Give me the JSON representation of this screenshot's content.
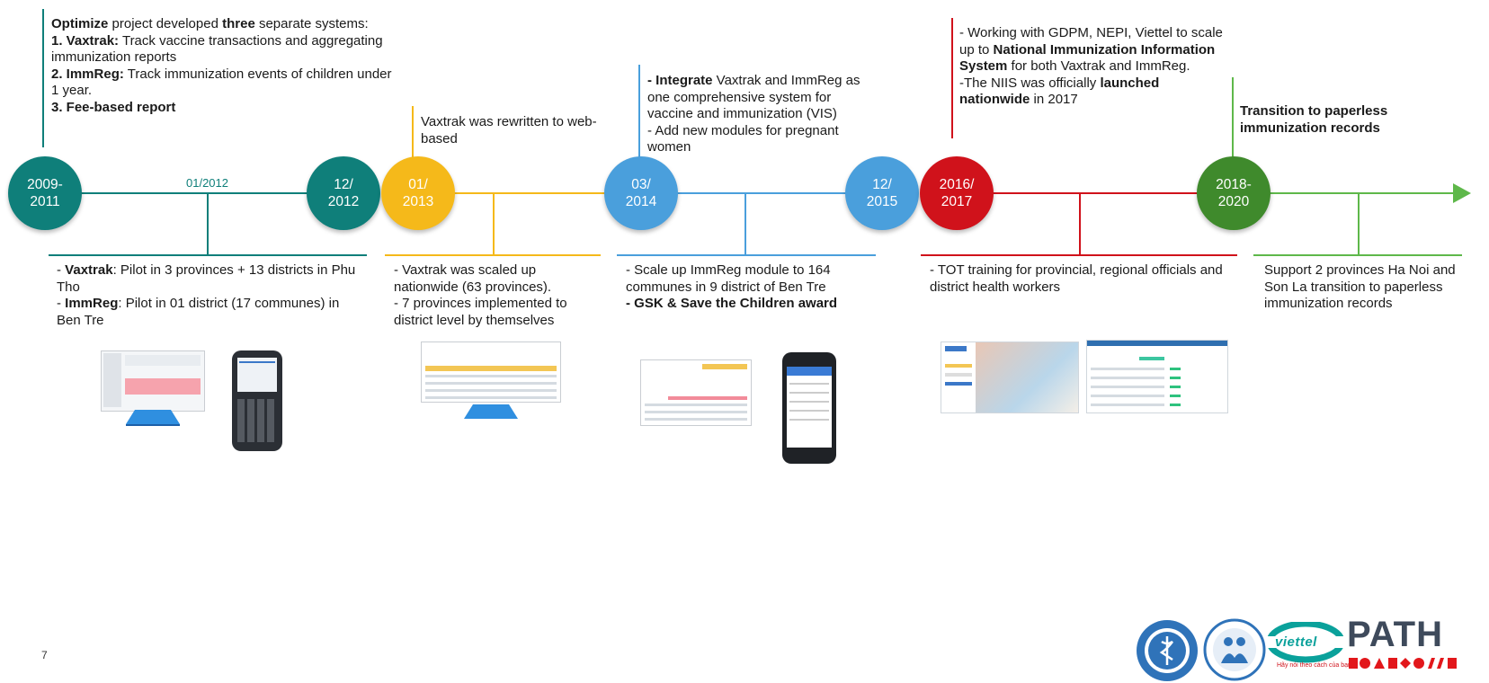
{
  "milestones": [
    {
      "id": "m1",
      "line1": "2009-",
      "line2": "2011",
      "color": "#0f7f7a"
    },
    {
      "id": "m2",
      "line1": "12/",
      "line2": "2012",
      "color": "#0f7f7a"
    },
    {
      "id": "m3",
      "line1": "01/",
      "line2": "2013",
      "color": "#f5b91a"
    },
    {
      "id": "m4",
      "line1": "03/",
      "line2": "2014",
      "color": "#4a9fdc"
    },
    {
      "id": "m5",
      "line1": "12/",
      "line2": "2015",
      "color": "#4a9fdc"
    },
    {
      "id": "m6",
      "line1": "2016/",
      "line2": "2017",
      "color": "#d0121b"
    },
    {
      "id": "m7",
      "line1": "2018-",
      "line2": "2020",
      "color": "#3f8a2c"
    }
  ],
  "small_date": "01/2012",
  "top": {
    "t1": {
      "a_bold": "Optimize",
      "a_rest": " project developed ",
      "a_bold2": "three",
      "a_rest2": " separate systems:",
      "b_bold": "1. Vaxtrak:",
      "b_rest": " Track vaccine transactions and aggregating immunization reports",
      "c_bold": "2. ImmReg:",
      "c_rest": " Track immunization events of children under 1 year.",
      "d_bold": "3. Fee-based report"
    },
    "t2": "Vaxtrak was rewritten to web-based",
    "t3": {
      "a_bold": "- Integrate",
      "a_rest": " Vaxtrak and ImmReg as one comprehensive system for vaccine and immunization (VIS)",
      "b": "- Add new modules for pregnant women"
    },
    "t4": {
      "a": "- Working with GDPM, NEPI, Viettel to scale up to ",
      "a_bold": "National Immunization Information System",
      "a_rest": " for both Vaxtrak and ImmReg.",
      "b": "-The NIIS was officially ",
      "b_bold": "launched nationwide",
      "b_rest": " in 2017"
    },
    "t5": "Transition to paperless immunization records"
  },
  "bottom": {
    "b1": {
      "a_pre": "- ",
      "a_bold": "Vaxtrak",
      "a_rest": ": Pilot in 3 provinces + 13 districts in Phu Tho",
      "b_pre": "- ",
      "b_bold": "ImmReg",
      "b_rest": ": Pilot in 01 district (17 communes) in Ben Tre"
    },
    "b2": {
      "a": "- Vaxtrak was scaled up nationwide (63 provinces).",
      "b": "- 7 provinces implemented to district level by themselves"
    },
    "b3": {
      "a": "- Scale up ImmReg module to 164 communes in 9 district of Ben Tre",
      "b_bold": "- GSK & Save the Children award"
    },
    "b4": "- TOT training for provincial, regional officials and district health workers",
    "b5": "Support 2 provinces Ha Noi and Son La transition to paperless immunization records"
  },
  "page_number": "7",
  "logos": {
    "path_text": "PATH",
    "viettel_text": "viettel",
    "viettel_tagline": "Hãy nói theo cách của bạn"
  }
}
